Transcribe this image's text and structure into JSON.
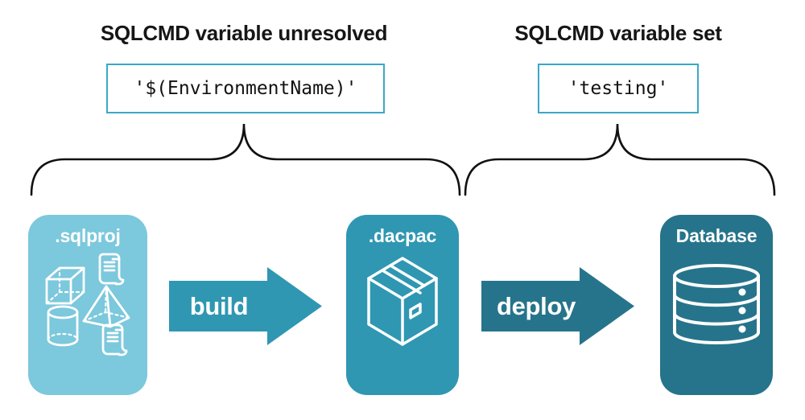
{
  "annotations": {
    "left": {
      "heading": "SQLCMD variable unresolved",
      "value": "'$(EnvironmentName)'"
    },
    "right": {
      "heading": "SQLCMD variable set",
      "value": "'testing'"
    }
  },
  "pipeline": {
    "nodes": [
      {
        "label": ".sqlproj",
        "icon": "sql-objects-icon"
      },
      {
        "label": ".dacpac",
        "icon": "package-box-icon"
      },
      {
        "label": "Database",
        "icon": "database-cylinder-icon"
      }
    ],
    "arrows": [
      {
        "label": "build"
      },
      {
        "label": "deploy"
      }
    ]
  },
  "colors": {
    "light-blue": "#7CC8DC",
    "teal": "#2F97B2",
    "dark-teal": "#26748B",
    "box-border": "#3BA8C6",
    "text": "#161616",
    "brace": "#111111"
  }
}
